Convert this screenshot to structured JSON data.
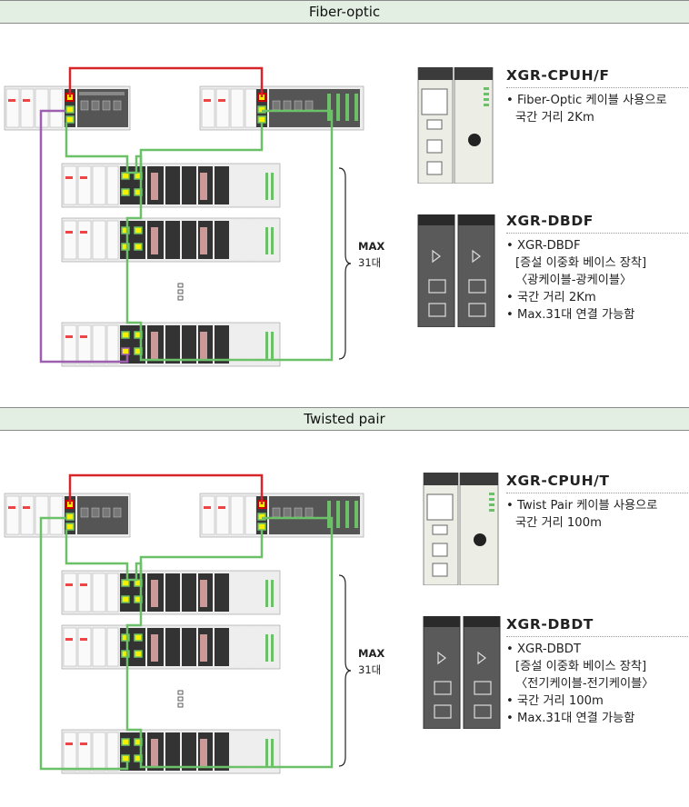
{
  "sections": [
    {
      "title": "Fiber-optic",
      "count_label": {
        "line1": "MAX",
        "line2": "31대"
      },
      "products": [
        {
          "model": "XGR-CPUH/F",
          "bullets": [
            "• Fiber-Optic 케이블 사용으로",
            "국간 거리 2Km"
          ]
        },
        {
          "model": "XGR-DBDF",
          "bullets": [
            "• XGR-DBDF",
            "[증설 이중화 베이스 장착]",
            "〈광케이블-광케이블〉",
            "• 국간 거리 2Km",
            "• Max.31대 연결 가능함"
          ]
        }
      ]
    },
    {
      "title": "Twisted pair",
      "count_label": {
        "line1": "MAX",
        "line2": "31대"
      },
      "products": [
        {
          "model": "XGR-CPUH/T",
          "bullets": [
            "• Twist Pair 케이블 사용으로",
            "국간 거리 100m"
          ]
        },
        {
          "model": "XGR-DBDT",
          "bullets": [
            "• XGR-DBDT",
            "[증설 이중화 베이스 장착]",
            "〈전기케이블-전기케이블〉",
            "• 국간 거리 100m",
            "• Max.31대 연결 가능함"
          ]
        }
      ]
    }
  ],
  "colors": {
    "red_link": "#d8252c",
    "green_link": "#6cc068",
    "purple_link": "#9e5fb0",
    "port_yellow": "#f4f000",
    "section_bg": "#e3efe3"
  }
}
